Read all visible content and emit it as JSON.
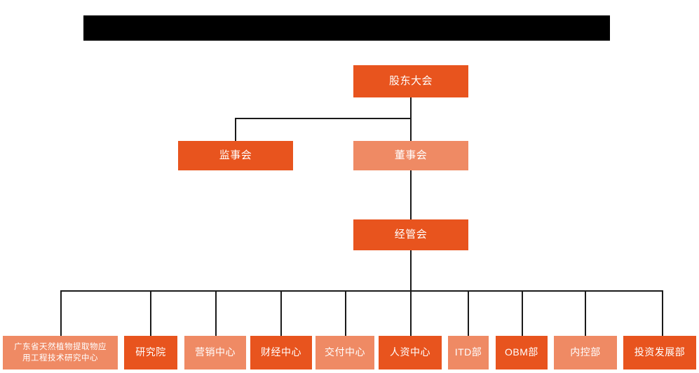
{
  "diagram": {
    "type": "organizational-chart",
    "title_bar": {
      "label": "",
      "redacted": true,
      "color": "#000000"
    },
    "colors": {
      "dark_orange": "#e8541e",
      "light_salmon": "#ef8a64",
      "connector": "#1a1a1a",
      "background": "#ffffff",
      "text": "#ffffff"
    },
    "levels": [
      {
        "level": 1,
        "nodes": [
          {
            "id": "shareholders",
            "label": "股东大会",
            "style": "dark"
          }
        ]
      },
      {
        "level": 2,
        "nodes": [
          {
            "id": "supervisors",
            "label": "监事会",
            "style": "dark"
          },
          {
            "id": "directors",
            "label": "董事会",
            "style": "light"
          }
        ]
      },
      {
        "level": 3,
        "nodes": [
          {
            "id": "management",
            "label": "经管会",
            "style": "dark"
          }
        ]
      },
      {
        "level": 4,
        "nodes": [
          {
            "id": "eng-center",
            "label": "广东省天然植物提取物应\n用工程技术研究中心",
            "line1": "广东省天然植物提取物应",
            "line2": "用工程技术研究中心",
            "style": "light"
          },
          {
            "id": "research-institute",
            "label": "研究院",
            "style": "dark"
          },
          {
            "id": "marketing-center",
            "label": "营销中心",
            "style": "light"
          },
          {
            "id": "finance-center",
            "label": "财经中心",
            "style": "dark"
          },
          {
            "id": "delivery-center",
            "label": "交付中心",
            "style": "light"
          },
          {
            "id": "hr-center",
            "label": "人资中心",
            "style": "dark"
          },
          {
            "id": "itd-dept",
            "label": "ITD部",
            "style": "light"
          },
          {
            "id": "obm-dept",
            "label": "OBM部",
            "style": "dark"
          },
          {
            "id": "internal-control-dept",
            "label": "内控部",
            "style": "light"
          },
          {
            "id": "investment-dev-dept",
            "label": "投资发展部",
            "style": "dark"
          }
        ]
      }
    ]
  }
}
